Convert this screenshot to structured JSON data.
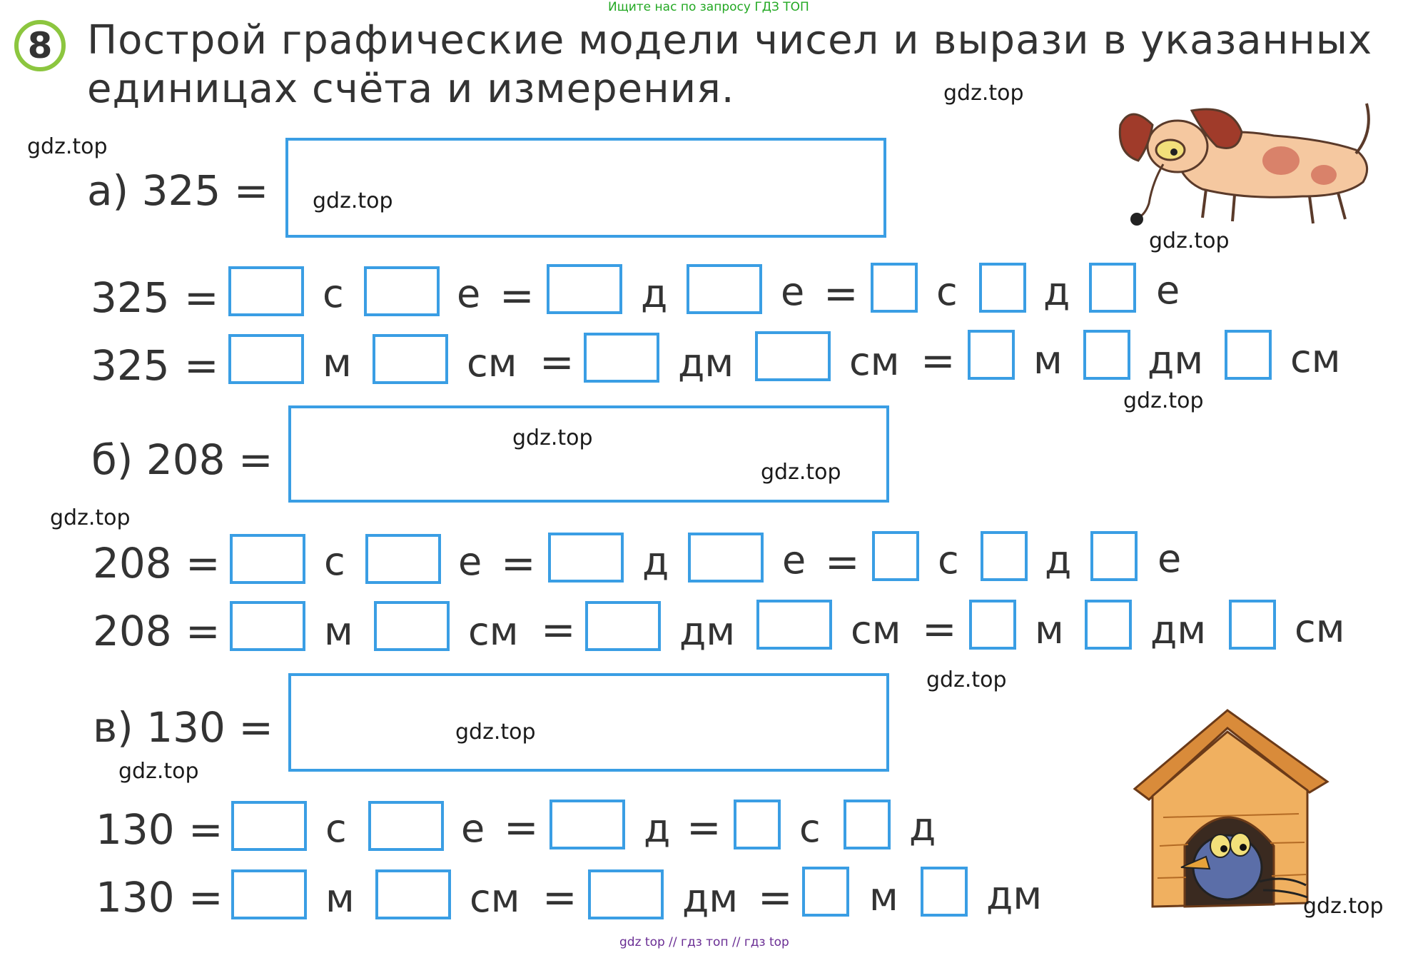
{
  "top_link": "Ищите нас по запросу ГДЗ ТОП",
  "task": {
    "number": "8",
    "title_line1": "Построй графические модели чисел и вырази в указанных",
    "title_line2": "единицах счёта и измерения."
  },
  "units": {
    "s": "с",
    "e": "е",
    "d": "д",
    "m": "м",
    "sm": "см",
    "dm": "дм",
    "eq": "="
  },
  "sections": {
    "a": {
      "label": "а) 325 =",
      "number": "325"
    },
    "b": {
      "label": "б) 208 =",
      "number": "208"
    },
    "c": {
      "label": "в) 130 =",
      "number": "130"
    }
  },
  "watermark": "gdz.top",
  "footer": "gdz top  //  гдз топ  //  гдз top",
  "colors": {
    "box_border": "#3a9ee4",
    "badge_border": "#8cc63f",
    "link": "#22a822",
    "footer": "#6a2e94"
  }
}
